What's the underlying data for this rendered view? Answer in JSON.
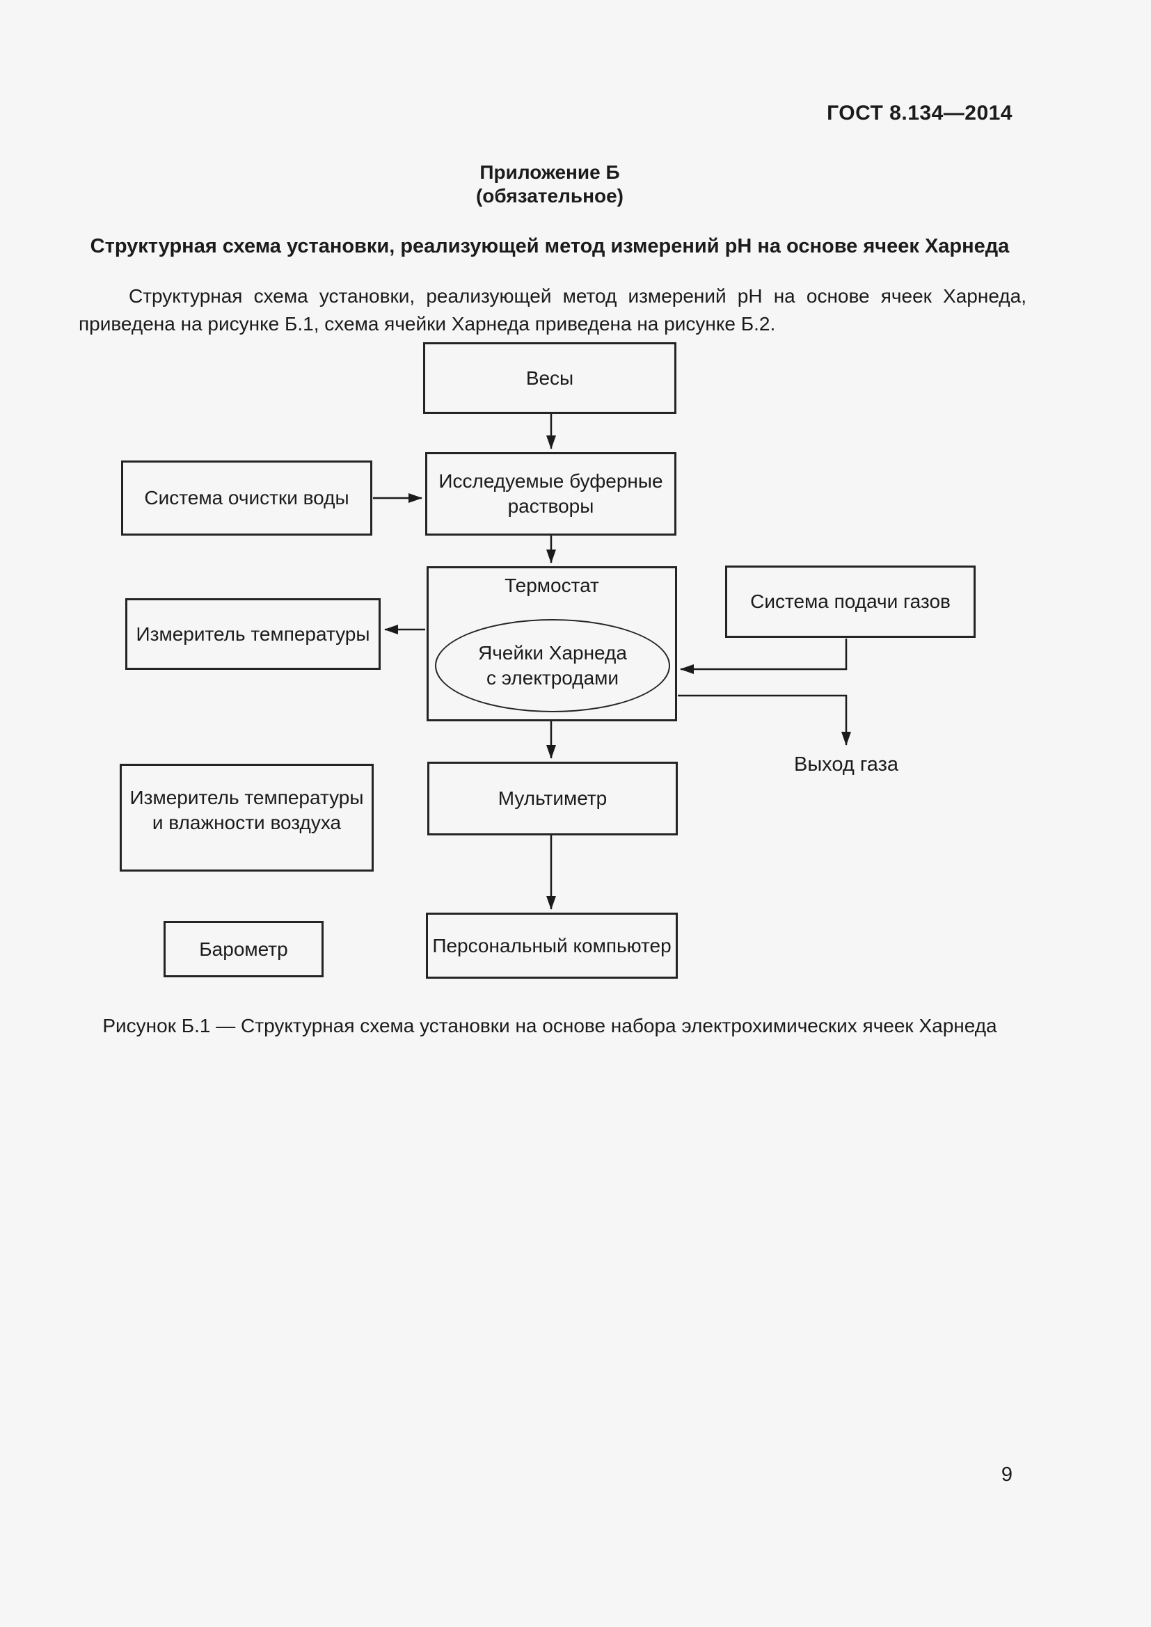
{
  "page": {
    "header": "ГОСТ 8.134—2014",
    "page_number": "9"
  },
  "appendix": {
    "title": "Приложение Б",
    "subtitle": "(обязательное)"
  },
  "section": {
    "title": "Структурная схема установки, реализующей метод измерений pH на основе ячеек Харнеда",
    "paragraph": "Структурная схема установки, реализующей метод измерений pH на основе ячеек Харнеда, приведена на рисунке Б.1, схема ячейки Харнеда приведена на рисунке Б.2."
  },
  "diagram": {
    "boxes": {
      "scales": "Весы",
      "water_purification_system": "Система очистки воды",
      "buffer_solutions": "Исследуемые буферные\nрастворы",
      "thermostat": "Термостат",
      "harned_cells": "Ячейки Харнеда\nс электродами",
      "gas_supply_system": "Система подачи газов",
      "temperature_meter": "Измеритель температуры",
      "temperature_humidity_meter": "Измеритель температуры\nи влажности воздуха",
      "multimeter": "Мультиметр",
      "barometer": "Барометр",
      "personal_computer": "Персональный компьютер"
    },
    "labels": {
      "gas_outlet": "Выход газа"
    }
  },
  "figure": {
    "caption": "Рисунок Б.1 — Структурная схема установки на основе набора электрохимических ячеек Харнеда"
  }
}
